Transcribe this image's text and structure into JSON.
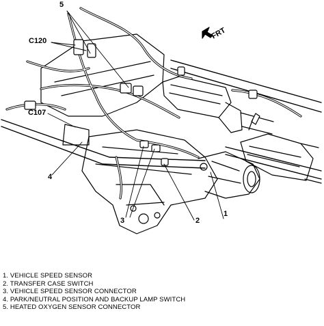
{
  "callouts": {
    "c120": "C120",
    "c107": "C107",
    "n1": "1",
    "n2": "2",
    "n3": "3",
    "n4": "4",
    "n5": "5",
    "front": "FRT"
  },
  "legend": [
    "1. VEHICLE SPEED SENSOR",
    "2. TRANSFER CASE SWITCH",
    "3. VEHICLE SPEED SENSOR CONNECTOR",
    "4. PARK/NEUTRAL POSITION AND BACKUP LAMP SWITCH",
    "5. HEATED OXYGEN SENSOR CONNECTOR"
  ],
  "colors": {
    "ink": "#000000",
    "paper": "#ffffff"
  }
}
